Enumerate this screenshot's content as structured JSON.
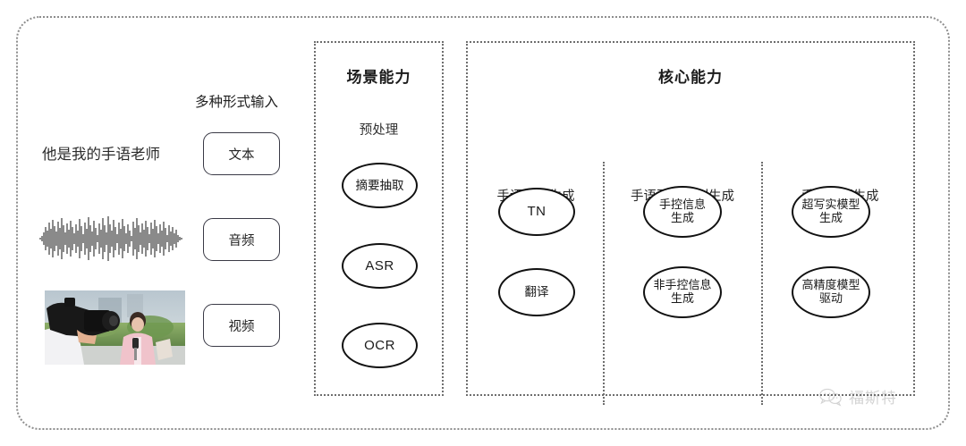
{
  "figure": {
    "title_hidden": "",
    "accent_border": "#6e6e6e",
    "outline_color": "#111111"
  },
  "input_section": {
    "caption": "多种形式输入",
    "sample_text": "他是我的手语老师",
    "modalities": [
      {
        "label": "文本",
        "icon": "text-icon"
      },
      {
        "label": "音频",
        "icon": "waveform-icon"
      },
      {
        "label": "视频",
        "icon": "video-thumbnail-icon"
      }
    ]
  },
  "scene_panel": {
    "title": "场景能力",
    "subtitle": "预处理",
    "nodes": [
      {
        "label": "摘要抽取"
      },
      {
        "label": "ASR"
      },
      {
        "label": "OCR"
      }
    ]
  },
  "core_panel": {
    "title": "核心能力",
    "columns": [
      {
        "heading": "手语文本生成",
        "nodes": [
          {
            "label": "TN"
          },
          {
            "label": "翻译"
          }
        ]
      },
      {
        "heading": "手语要素序列生成",
        "nodes": [
          {
            "label": "手控信息\n生成"
          },
          {
            "label": "非手控信息\n生成"
          }
        ]
      },
      {
        "heading": "手语视频生成",
        "nodes": [
          {
            "label": "超写实模型\n生成"
          },
          {
            "label": "高精度模型\n驱动"
          }
        ]
      }
    ]
  },
  "watermark": {
    "text": "福斯特",
    "icon": "wechat-bubble-icon"
  }
}
